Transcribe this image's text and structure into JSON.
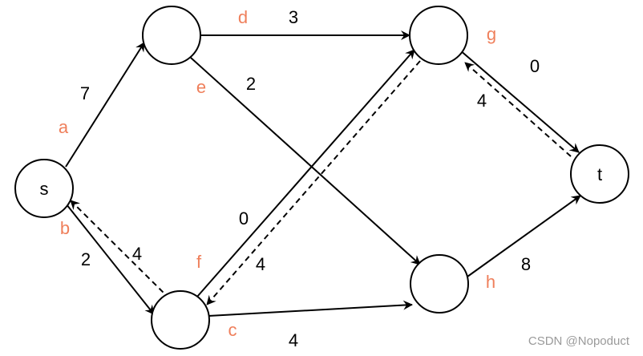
{
  "nodes": {
    "s": "s",
    "t": "t",
    "n1": "",
    "n2": "",
    "n3": "",
    "n4": ""
  },
  "edges": {
    "a": {
      "tag": "a",
      "value": "7"
    },
    "b": {
      "tag": "b",
      "value": "2",
      "reverse_value": "4"
    },
    "c": {
      "tag": "c",
      "value": "4"
    },
    "d": {
      "tag": "d",
      "value": "3"
    },
    "e": {
      "tag": "e",
      "value": "2"
    },
    "f": {
      "tag": "f",
      "value": "0",
      "reverse_value": "4"
    },
    "g": {
      "tag": "g",
      "value": "0",
      "reverse_value": "4"
    },
    "h": {
      "tag": "h",
      "value": "8"
    }
  },
  "watermark": "CSDN @Nopoduct",
  "colors": {
    "edge_tag": "#ef7f5b",
    "stroke": "#000000",
    "watermark": "#9a9a9a"
  }
}
